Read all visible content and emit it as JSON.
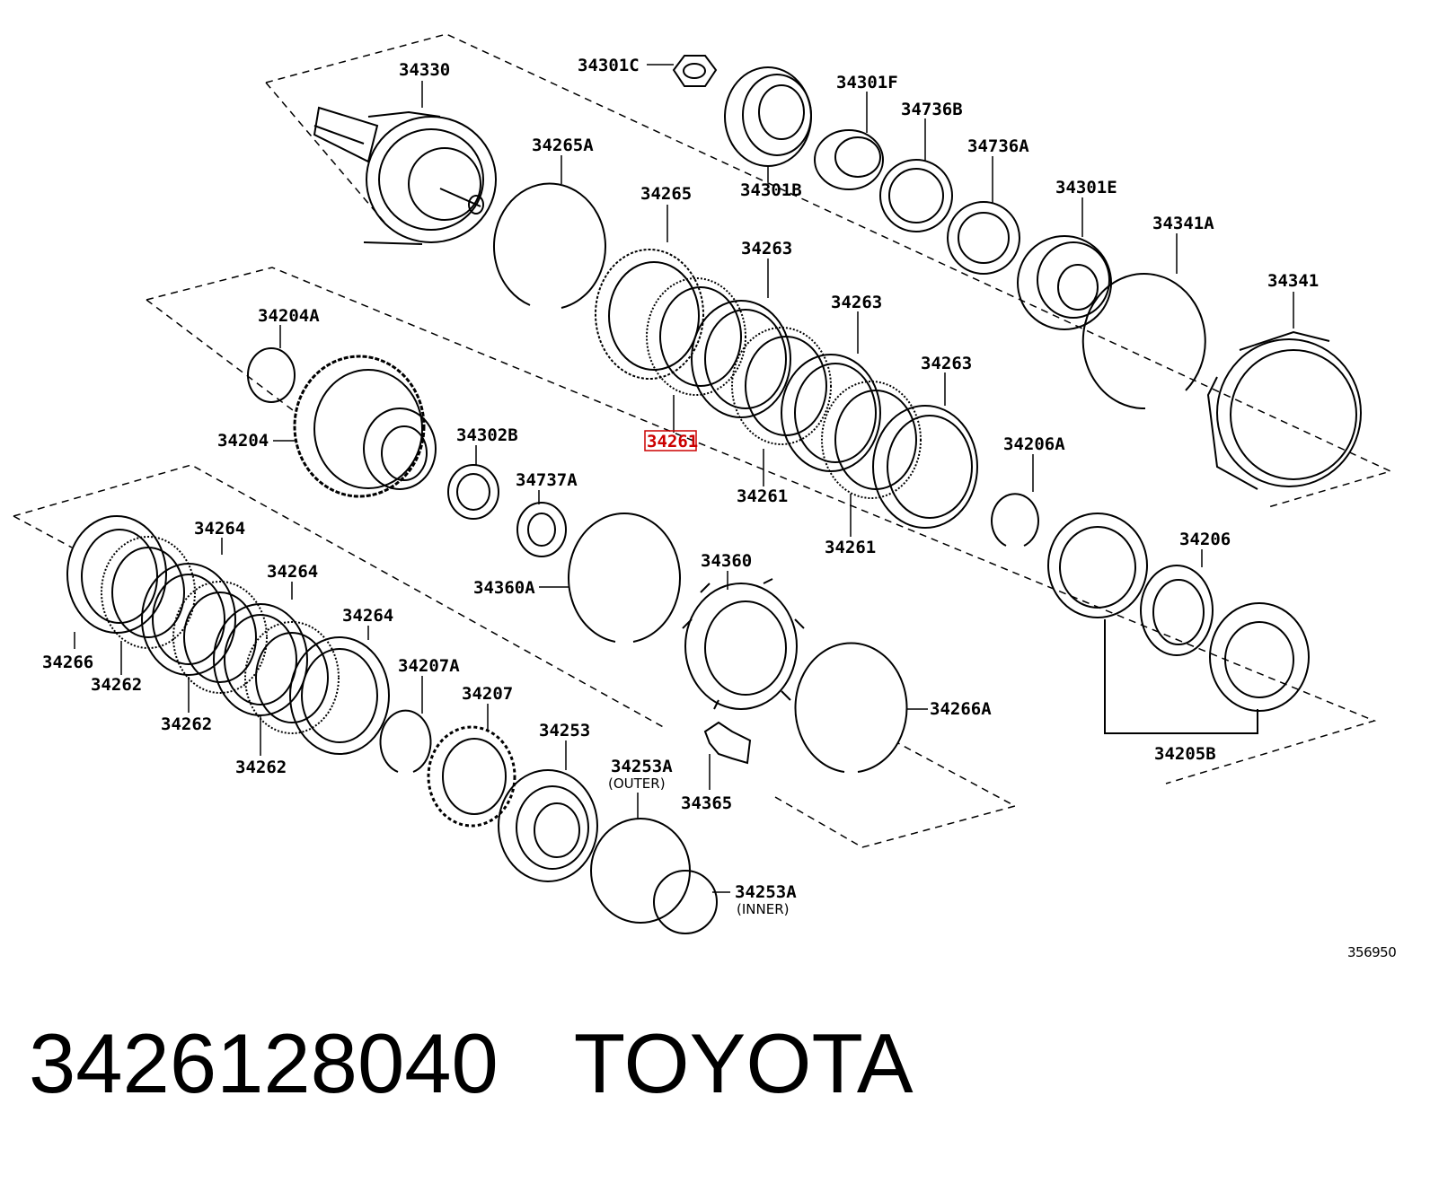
{
  "part_number": "3426128040",
  "brand": "TOYOTA",
  "diagram_ref": "356950",
  "highlighted_part": "34261",
  "callouts": {
    "c34330": "34330",
    "c34301C": "34301C",
    "c34301F": "34301F",
    "c34736B": "34736B",
    "c34736A": "34736A",
    "c34301B": "34301B",
    "c34301E": "34301E",
    "c34265A": "34265A",
    "c34265": "34265",
    "c34263a": "34263",
    "c34263b": "34263",
    "c34263c": "34263",
    "c34341A": "34341A",
    "c34341": "34341",
    "c34204A": "34204A",
    "c34204": "34204",
    "c34302B": "34302B",
    "c34737A": "34737A",
    "c34261b": "34261",
    "c34261c": "34261",
    "c34206A": "34206A",
    "c34206": "34206",
    "c34264a": "34264",
    "c34264b": "34264",
    "c34264c": "34264",
    "c34266": "34266",
    "c34262a": "34262",
    "c34262b": "34262",
    "c34262c": "34262",
    "c34360A": "34360A",
    "c34360": "34360",
    "c34207A": "34207A",
    "c34207": "34207",
    "c34253": "34253",
    "c34253A_outer": "34253A",
    "outer_note": "(OUTER)",
    "c34253A_inner": "34253A",
    "inner_note": "(INNER)",
    "c34266A": "34266A",
    "c34365": "34365",
    "c34205B": "34205B"
  }
}
